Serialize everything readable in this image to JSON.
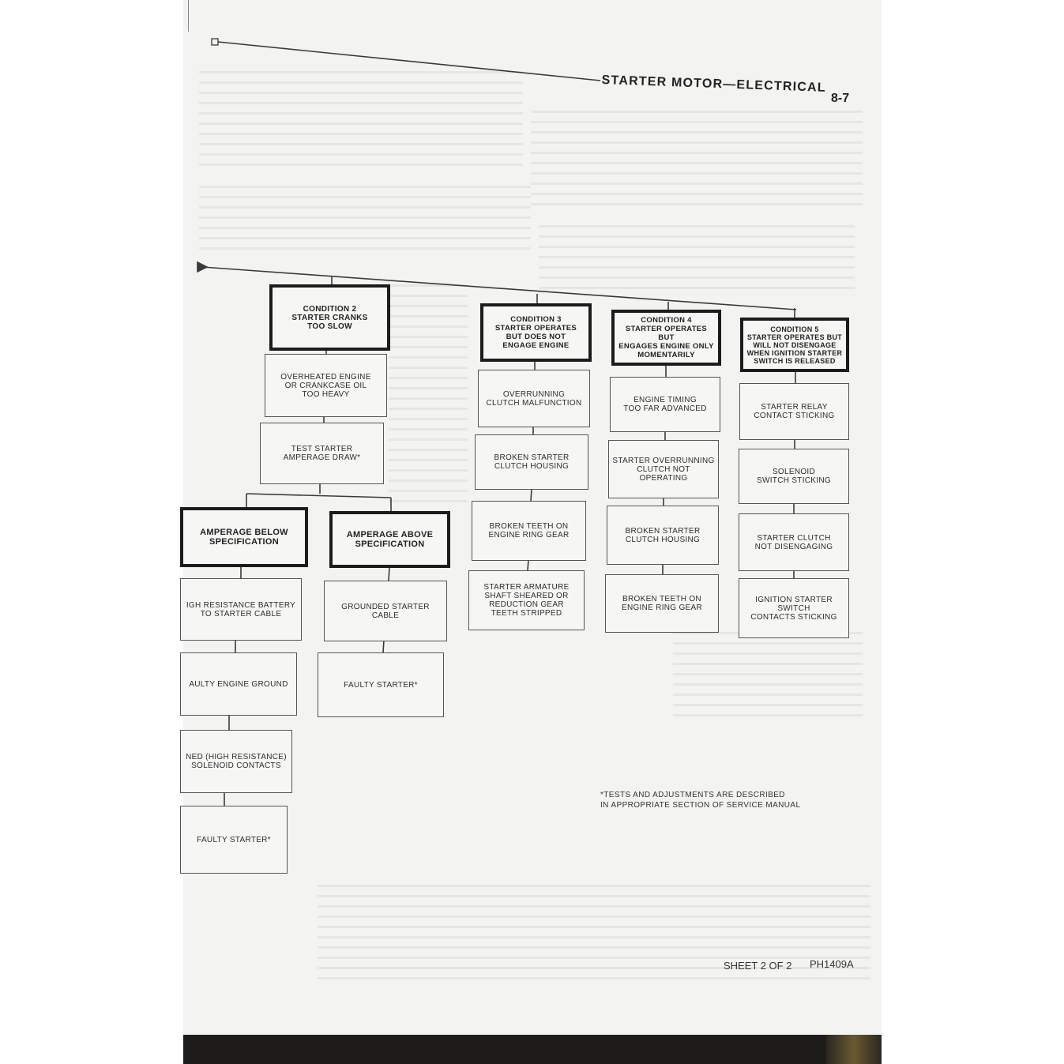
{
  "header": {
    "title": "STARTER MOTOR—ELECTRICAL",
    "page_number": "8-7"
  },
  "conditions": {
    "c2": "CONDITION 2\nSTARTER CRANKS\nTOO SLOW",
    "c3": "CONDITION 3\nSTARTER OPERATES\nBUT DOES NOT\nENGAGE ENGINE",
    "c4": "CONDITION 4\nSTARTER OPERATES BUT\nENGAGES ENGINE ONLY\nMOMENTARILY",
    "c5": "CONDITION 5\nSTARTER OPERATES BUT\nWILL NOT DISENGAGE\nWHEN IGNITION STARTER\nSWITCH IS RELEASED"
  },
  "c2_items": [
    "OVERHEATED ENGINE\nOR CRANKCASE OIL\nTOO HEAVY",
    "TEST STARTER\nAMPERAGE DRAW*"
  ],
  "amperage_below": {
    "label": "AMPERAGE BELOW\nSPECIFICATION",
    "items": [
      "IGH RESISTANCE BATTERY\nTO STARTER CABLE",
      "AULTY ENGINE GROUND",
      "NED (HIGH RESISTANCE)\nSOLENOID CONTACTS",
      "FAULTY STARTER*"
    ]
  },
  "amperage_above": {
    "label": "AMPERAGE ABOVE\nSPECIFICATION",
    "items": [
      "GROUNDED STARTER CABLE",
      "FAULTY STARTER*"
    ]
  },
  "c3_items": [
    "OVERRUNNING\nCLUTCH MALFUNCTION",
    "BROKEN STARTER\nCLUTCH HOUSING",
    "BROKEN TEETH ON\nENGINE RING GEAR",
    "STARTER ARMATURE\nSHAFT SHEARED OR\nREDUCTION GEAR\nTEETH STRIPPED"
  ],
  "c4_items": [
    "ENGINE TIMING\nTOO FAR ADVANCED",
    "STARTER OVERRUNNING\nCLUTCH NOT OPERATING",
    "BROKEN STARTER\nCLUTCH HOUSING",
    "BROKEN TEETH ON\nENGINE RING GEAR"
  ],
  "c5_items": [
    "STARTER RELAY\nCONTACT STICKING",
    "SOLENOID\nSWITCH STICKING",
    "STARTER CLUTCH\nNOT DISENGAGING",
    "IGNITION STARTER SWITCH\nCONTACTS STICKING"
  ],
  "footnote": "*TESTS AND ADJUSTMENTS ARE DESCRIBED\nIN APPROPRIATE SECTION OF SERVICE MANUAL",
  "footer": {
    "sheet": "SHEET 2 OF 2",
    "code": "PH1409A"
  }
}
